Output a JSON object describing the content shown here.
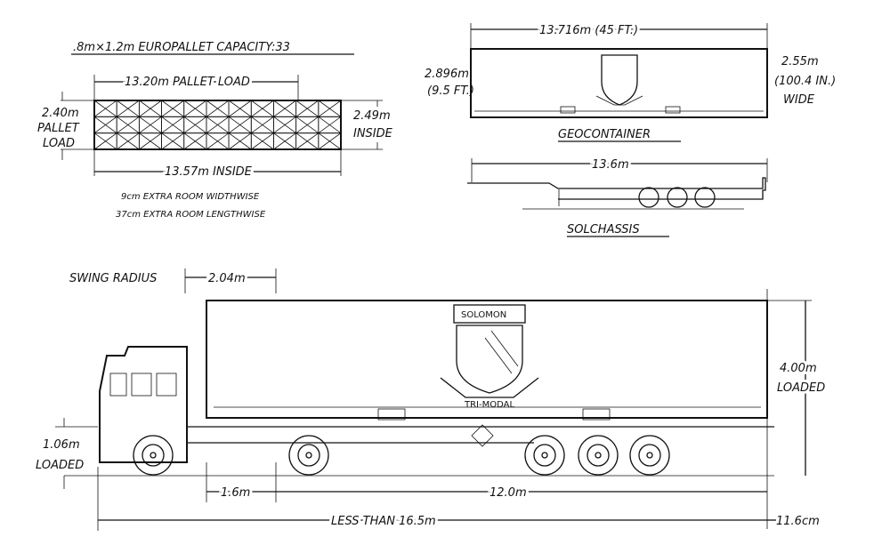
{
  "pallet": {
    "title": ".8m×1.2m EUROPALLET CAPACITY:33",
    "length_label": "13.20m PALLET LOAD",
    "height_label_1": "2.40m",
    "height_label_2": "PALLET",
    "height_label_3": "LOAD",
    "inside_height_1": "2.49m",
    "inside_height_2": "INSIDE",
    "inside_length": "13.57m INSIDE",
    "note_1": "9cm EXTRA ROOM WIDTHWISE",
    "note_2": "37cm EXTRA ROOM LENGTHWISE",
    "columns": 11,
    "rows": 3
  },
  "geocontainer": {
    "length_label": "13.716m (45 FT.)",
    "height_1": "2.896m",
    "height_2": "(9.5 FT.)",
    "width_1": "2.55m",
    "width_2": "(100.4 IN.)",
    "width_3": "WIDE",
    "caption": "GEOCONTAINER"
  },
  "solchassis": {
    "length_label": "13.6m",
    "caption": "SOLCHASSIS"
  },
  "truck": {
    "swing_radius": "SWING RADIUS",
    "swing_value": "2.04m",
    "height_1": "4.00m",
    "height_2": "LOADED",
    "deck_1": "1.06m",
    "deck_2": "LOADED",
    "kingpin": "1.6m",
    "trailer_length": "12.0m",
    "overall_length": "LESS THAN 16.5m",
    "rear_overhang": "11.6cm",
    "logo_top": "SOLOMON",
    "logo_bottom": "TRI-MODAL"
  }
}
